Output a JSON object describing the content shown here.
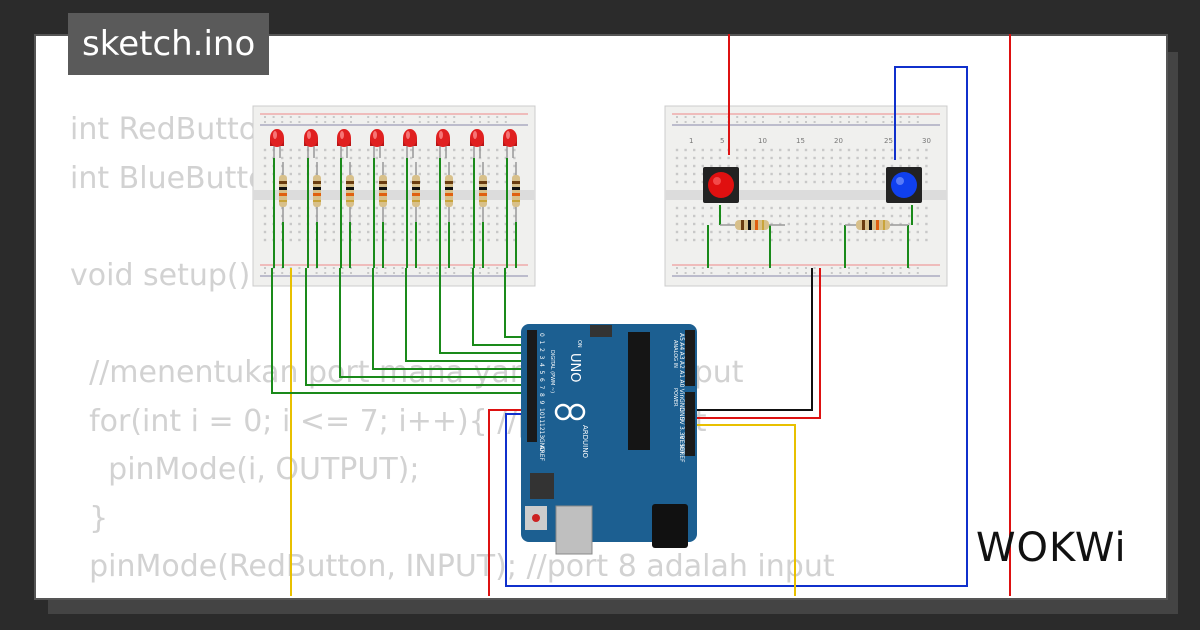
{
  "title": "sketch.ino",
  "brand": "WOKWi",
  "code_lines": [
    "int RedButton",
    "int BlueButton",
    "",
    "void setup()",
    "",
    "  //menentukan port mana yang input/output",
    "  for(int i = 0; i <= 7; i++){ //port   output",
    "    pinMode(i, OUTPUT);",
    "  }",
    "  pinMode(RedButton, INPUT); //port 8 adalah input"
  ],
  "board": {
    "model": "UNO",
    "vendor": "ARDUINO",
    "digital_label": "DIGITAL (PWM ~)",
    "power_label": "POWER",
    "analog_label": "ANALOG IN",
    "on_label": "ON",
    "top_pins": [
      "0",
      "1",
      "2",
      "3",
      "4",
      "5",
      "6",
      "7",
      "8",
      "9",
      "10",
      "11",
      "12",
      "13",
      "GND",
      "AREF"
    ],
    "right_pins": [
      "A5",
      "A4",
      "A3",
      "A2",
      "A1",
      "A0",
      "Vin",
      "GND",
      "GND",
      "5V",
      "3.3V",
      "RESET",
      "IOREF"
    ]
  },
  "breadboard_numbers": [
    "1",
    "5",
    "10",
    "15",
    "20",
    "25",
    "30"
  ],
  "colors": {
    "led": "#e02020",
    "wire_green": "#1a8a1a",
    "wire_red": "#dd1111",
    "wire_blue": "#1030cc",
    "wire_yellow": "#e8c000",
    "wire_black": "#111111",
    "arduino": "#1c5f91",
    "button_red": "#e01010",
    "button_blue": "#1040ee"
  }
}
